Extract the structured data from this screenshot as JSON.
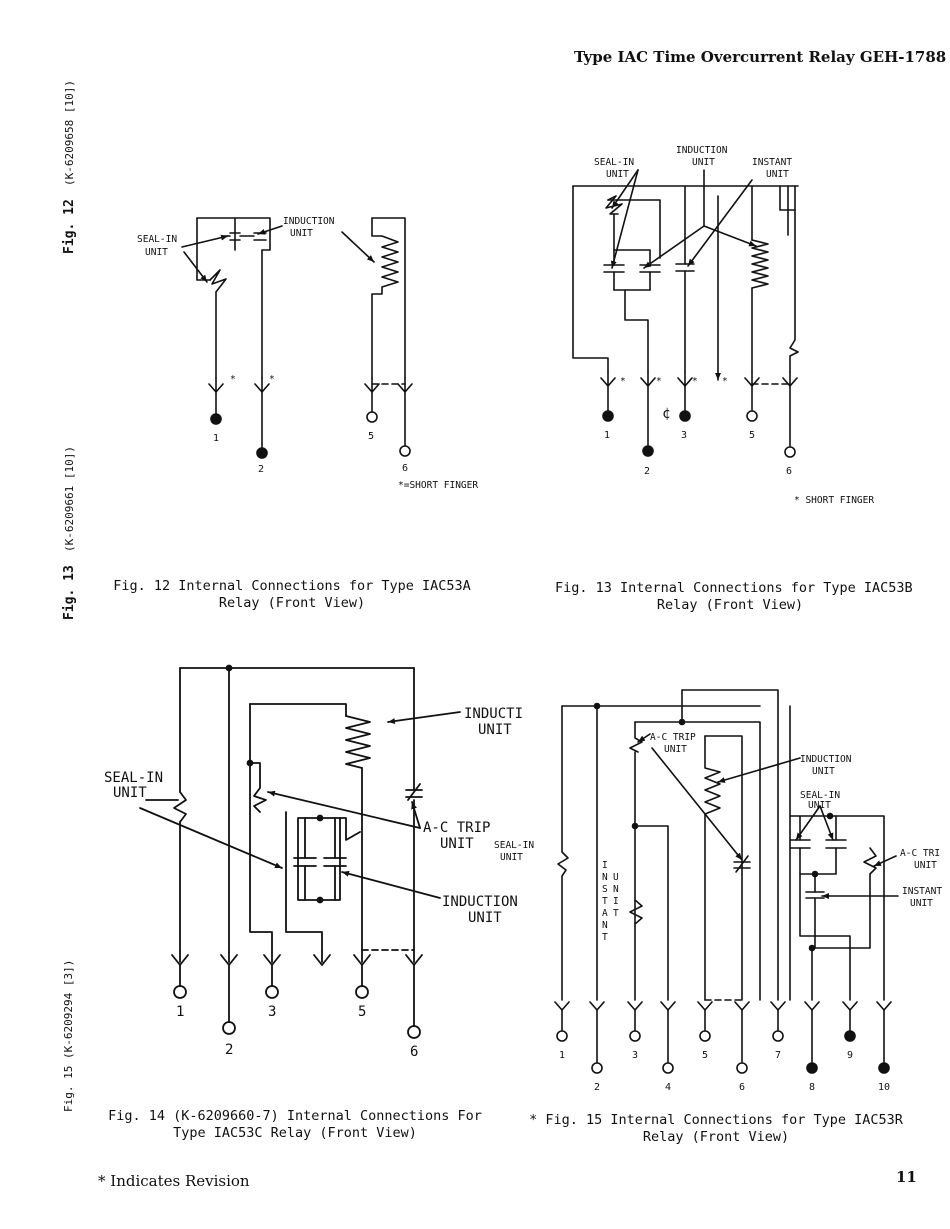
{
  "page": {
    "header": "Type IAC Time Overcurrent Relay GEH-1788",
    "page_number": "11",
    "footnote": "* Indicates Revision"
  },
  "side_labels": {
    "fig12": {
      "prefix": "Fig. 12",
      "ref": "(K-6209658 [10])"
    },
    "fig13": {
      "prefix": "Fig. 13",
      "ref": "(K-6209661 [10])"
    },
    "fig15": {
      "text": "Fig. 15 (K-6209294 [3])"
    }
  },
  "fig12": {
    "caption_line1": "Fig. 12  Internal Connections for Type IAC53A",
    "caption_line2": "Relay (Front View)",
    "seal_in_1": "SEAL-IN",
    "seal_in_2": "UNIT",
    "induction_1": "INDUCTION",
    "induction_2": "UNIT",
    "note": "*=SHORT FINGER",
    "star": "*",
    "terminals": [
      "1",
      "2",
      "5",
      "6"
    ]
  },
  "fig13": {
    "caption_line1": "Fig. 13  Internal Connections for Type IAC53B",
    "caption_line2": "Relay (Front View)",
    "seal_in_1": "SEAL-IN",
    "seal_in_2": "UNIT",
    "induction_1": "INDUCTION",
    "induction_2": "UNIT",
    "instant_1": "INSTANT",
    "instant_2": "UNIT",
    "note": "* SHORT FINGER",
    "star": "*",
    "cl": "¢",
    "terminals": [
      "1",
      "2",
      "3",
      "5",
      "6"
    ]
  },
  "fig14": {
    "caption_line1": "Fig. 14  (K-6209660-7) Internal Connections For",
    "caption_line2": "Type IAC53C Relay (Front View)",
    "induction_top_1": "INDUCTI",
    "induction_top_2": "UNIT",
    "seal_in_1": "SEAL-IN",
    "seal_in_2": "UNIT",
    "ac_trip_1": "A-C TRIP",
    "ac_trip_2": "UNIT",
    "seal_in_small_1": "SEAL-IN",
    "seal_in_small_2": "UNIT",
    "induction_bottom_1": "INDUCTION",
    "induction_bottom_2": "UNIT",
    "terminals": [
      "1",
      "2",
      "3",
      "5",
      "6"
    ]
  },
  "fig15": {
    "caption_line1": "* Fig. 15  Internal Connections for Type IAC53R",
    "caption_line2": "Relay (Front View)",
    "ac_trip_top_1": "A-C TRIP",
    "ac_trip_top_2": "UNIT",
    "induction_1": "INDUCTION",
    "induction_2": "UNIT",
    "seal_in_1": "SEAL-IN",
    "seal_in_2": "UNIT",
    "ac_trip_right_1": "A-C TRI",
    "ac_trip_right_2": "UNIT",
    "instant_right_1": "INSTANT",
    "instant_right_2": "UNIT",
    "instant_vertical": [
      "I",
      "N",
      "S",
      "T",
      "A",
      "N",
      "T"
    ],
    "unit_vertical": [
      "U",
      "N",
      "I",
      "T"
    ],
    "terminals": [
      "1",
      "2",
      "3",
      "4",
      "5",
      "6",
      "7",
      "8",
      "9",
      "10"
    ]
  }
}
